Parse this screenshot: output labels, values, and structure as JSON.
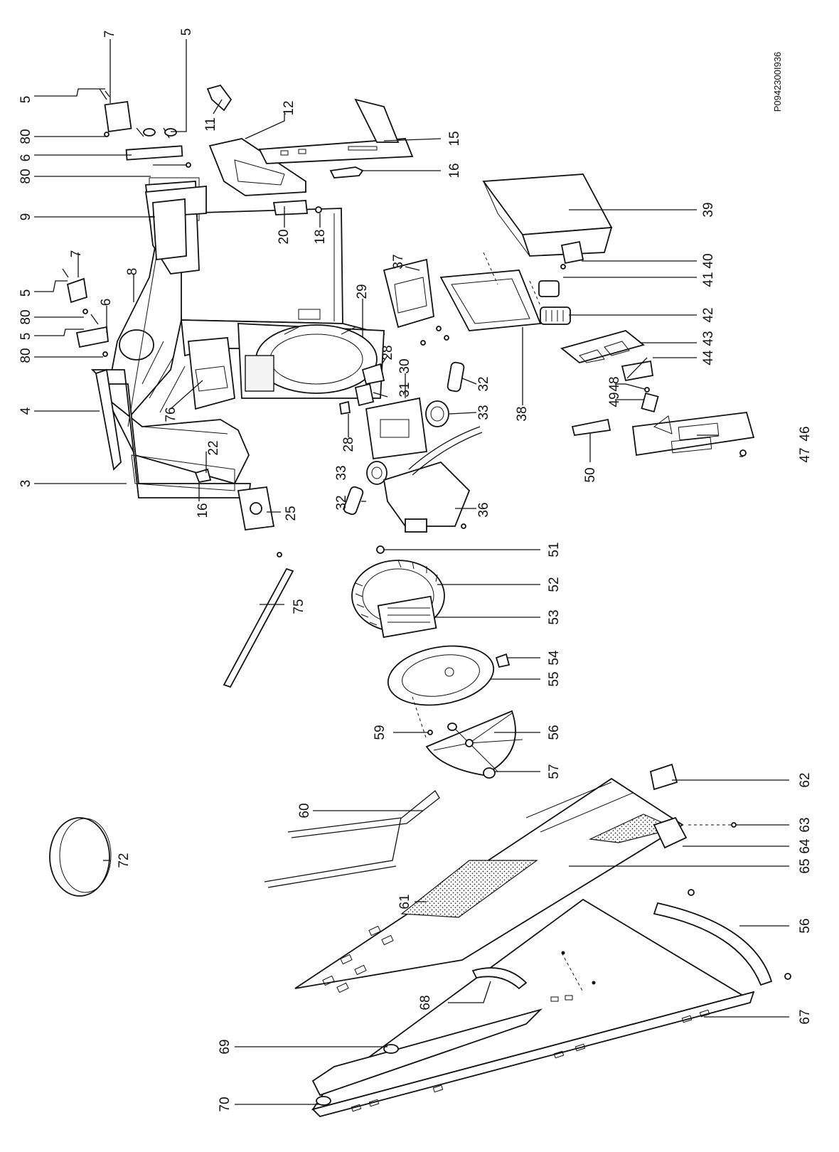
{
  "document_code": "P0942300I936",
  "labels": [
    {
      "key": "l5a",
      "text": "5"
    },
    {
      "key": "l7a",
      "text": "7"
    },
    {
      "key": "l80a",
      "text": "80"
    },
    {
      "key": "l6a",
      "text": "6"
    },
    {
      "key": "l80b",
      "text": "80"
    },
    {
      "key": "l5b",
      "text": "5"
    },
    {
      "key": "l9",
      "text": "9"
    },
    {
      "key": "l5c",
      "text": "5"
    },
    {
      "key": "l7b",
      "text": "7"
    },
    {
      "key": "l8",
      "text": "8"
    },
    {
      "key": "l80c",
      "text": "80"
    },
    {
      "key": "l80d",
      "text": "80"
    },
    {
      "key": "l5d",
      "text": "5"
    },
    {
      "key": "l6b",
      "text": "6"
    },
    {
      "key": "l80e",
      "text": "80"
    },
    {
      "key": "l4",
      "text": "4"
    },
    {
      "key": "l3",
      "text": "3"
    },
    {
      "key": "l11",
      "text": "11"
    },
    {
      "key": "l12",
      "text": "12"
    },
    {
      "key": "l15",
      "text": "15"
    },
    {
      "key": "l16a",
      "text": "16"
    },
    {
      "key": "l20",
      "text": "20"
    },
    {
      "key": "l18",
      "text": "18"
    },
    {
      "key": "l29",
      "text": "29"
    },
    {
      "key": "l28a",
      "text": "28"
    },
    {
      "key": "l30",
      "text": "30"
    },
    {
      "key": "l31",
      "text": "31"
    },
    {
      "key": "l28b",
      "text": "28"
    },
    {
      "key": "l76",
      "text": "76"
    },
    {
      "key": "l22",
      "text": "22"
    },
    {
      "key": "l16b",
      "text": "16"
    },
    {
      "key": "l25",
      "text": "25"
    },
    {
      "key": "l37",
      "text": "37"
    },
    {
      "key": "l32a",
      "text": "32"
    },
    {
      "key": "l33a",
      "text": "33"
    },
    {
      "key": "l38",
      "text": "38"
    },
    {
      "key": "l33b",
      "text": "33"
    },
    {
      "key": "l32b",
      "text": "32"
    },
    {
      "key": "l36",
      "text": "36"
    },
    {
      "key": "l39",
      "text": "39"
    },
    {
      "key": "l40",
      "text": "40"
    },
    {
      "key": "l41",
      "text": "41"
    },
    {
      "key": "l42",
      "text": "42"
    },
    {
      "key": "l43",
      "text": "43"
    },
    {
      "key": "l44",
      "text": "44"
    },
    {
      "key": "l48",
      "text": "48"
    },
    {
      "key": "l49",
      "text": "49"
    },
    {
      "key": "l46",
      "text": "46"
    },
    {
      "key": "l47",
      "text": "47"
    },
    {
      "key": "l50",
      "text": "50"
    },
    {
      "key": "l51",
      "text": "51"
    },
    {
      "key": "l52",
      "text": "52"
    },
    {
      "key": "l53",
      "text": "53"
    },
    {
      "key": "l75",
      "text": "75"
    },
    {
      "key": "l54",
      "text": "54"
    },
    {
      "key": "l55",
      "text": "55"
    },
    {
      "key": "l59",
      "text": "59"
    },
    {
      "key": "l56a",
      "text": "56"
    },
    {
      "key": "l57",
      "text": "57"
    },
    {
      "key": "l62",
      "text": "62"
    },
    {
      "key": "l60",
      "text": "60"
    },
    {
      "key": "l63",
      "text": "63"
    },
    {
      "key": "l64",
      "text": "64"
    },
    {
      "key": "l65",
      "text": "65"
    },
    {
      "key": "l72",
      "text": "72"
    },
    {
      "key": "l61",
      "text": "61"
    },
    {
      "key": "l56b",
      "text": "56"
    },
    {
      "key": "l68",
      "text": "68"
    },
    {
      "key": "l67",
      "text": "67"
    },
    {
      "key": "l69",
      "text": "69"
    },
    {
      "key": "l70",
      "text": "70"
    }
  ]
}
